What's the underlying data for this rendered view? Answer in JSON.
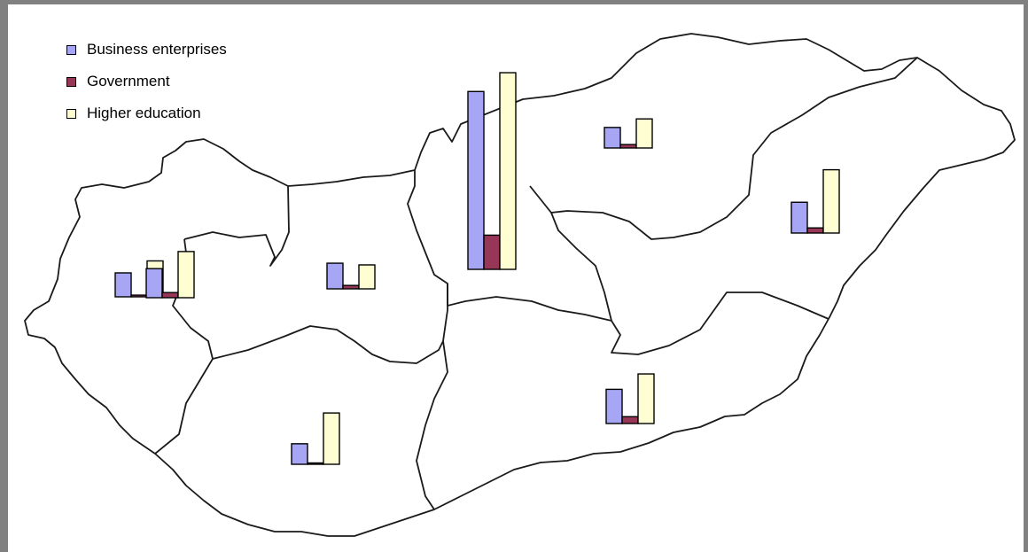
{
  "chart_data": {
    "type": "bar",
    "categories": [
      "Business enterprises",
      "Government",
      "Higher education"
    ],
    "series": [
      {
        "values": [
          14,
          1,
          21
        ]
      },
      {
        "values": [
          17,
          3,
          27
        ]
      },
      {
        "values": [
          15,
          2,
          14
        ]
      },
      {
        "values": [
          12,
          0,
          30
        ]
      },
      {
        "values": [
          104,
          20,
          115
        ]
      },
      {
        "values": [
          12,
          2,
          17
        ]
      },
      {
        "values": [
          18,
          3,
          37
        ]
      },
      {
        "values": [
          20,
          4,
          29
        ]
      }
    ]
  },
  "legend": {
    "items": [
      {
        "label": "Business enterprises",
        "color": "#a6a6f5"
      },
      {
        "label": "Government",
        "color": "#983658"
      },
      {
        "label": "Higher education",
        "color": "#fefed2"
      }
    ]
  },
  "colors": {
    "map_outline": "#1a1a1a",
    "bar_stroke": "#000000",
    "frame": "#808080"
  }
}
